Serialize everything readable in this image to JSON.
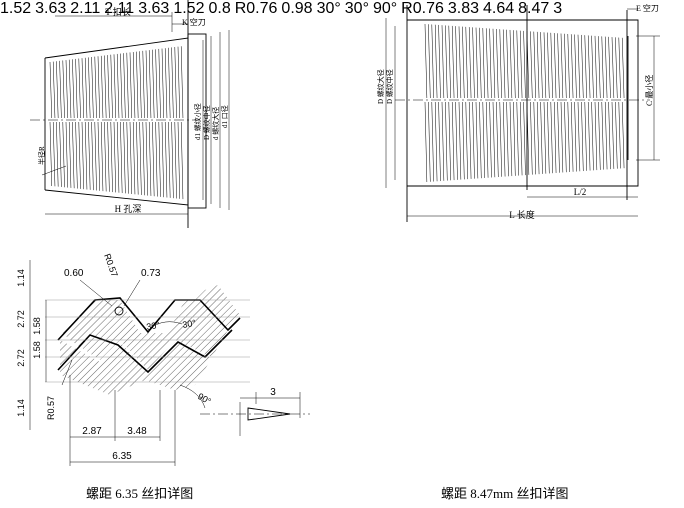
{
  "fig_internal": {
    "t_label": "T 扣长",
    "k_label": "K 空刀",
    "h_label": "H 孔深",
    "d1_label": "d1 螺纹小径",
    "d2_label": "D 螺纹中径",
    "d_label": "d 螺纹大径",
    "d0_label": "d1 口径",
    "r_label": "半径R"
  },
  "fig_external": {
    "e_label": "E 空刀",
    "d_major": "D 螺纹大径",
    "d_pitch": "D 螺纹中径",
    "c_label": "C 最小径",
    "half_label": "L/2",
    "l_label": "L 长度"
  },
  "detail_635": {
    "caption": "螺距 6.35 丝扣详图",
    "v_060": "0.60",
    "v_r057_top": "R0.57",
    "v_073": "0.73",
    "v_114_top": "1.14",
    "v_272_top": "2.72",
    "v_158_top": "1.58",
    "v_158_bot": "1.58",
    "v_272_bot": "2.72",
    "v_114_bot": "1.14",
    "v_r057_bot": "R0.57",
    "v_287": "2.87",
    "v_348": "3.48",
    "v_635": "6.35",
    "v_30a": "30°",
    "v_30b": "30°",
    "v_90": "90°",
    "v_3": "3"
  },
  "detail_847": {
    "caption": "螺距 8.47mm 丝扣详图",
    "v_08": "0.8",
    "v_r076_top": "R0.76",
    "v_098": "0.98",
    "v_152_top": "1.52",
    "v_363_top": "3.63",
    "v_211_top": "2.11",
    "v_211_bot": "2.11",
    "v_363_bot": "3.63",
    "v_152_bot": "1.52",
    "v_r076_bot": "R0.76",
    "v_383": "3.83",
    "v_464": "4.64",
    "v_847": "8.47",
    "v_30a": "30°",
    "v_30b": "30°",
    "v_90": "90°",
    "v_3": "3"
  }
}
